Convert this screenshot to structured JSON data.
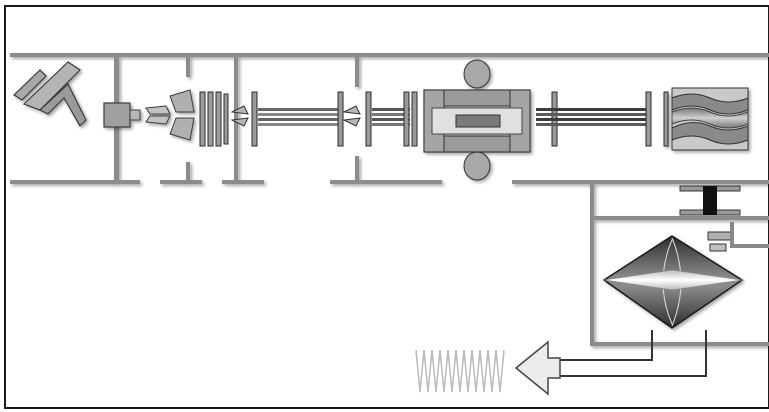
{
  "diagram": {
    "colors": {
      "background": "#ffffff",
      "frame": "#1a1a1a",
      "wall": "#888888",
      "part": "#a8a8a8",
      "part_dark": "#4a4a4a",
      "part_light": "#d8d8d8",
      "wire": "#555555",
      "signal": "#c8c8c8"
    },
    "components": [
      "sample-inlet",
      "ion-source",
      "skimmer-cones",
      "ion-lens-stack-1",
      "ion-guide",
      "ion-lens-stack-2",
      "collision-cell",
      "quadrupole",
      "bent-ion-optics",
      "pusher",
      "orbitrap-analyzer",
      "signal-output-arrow",
      "transient-waveform"
    ]
  }
}
